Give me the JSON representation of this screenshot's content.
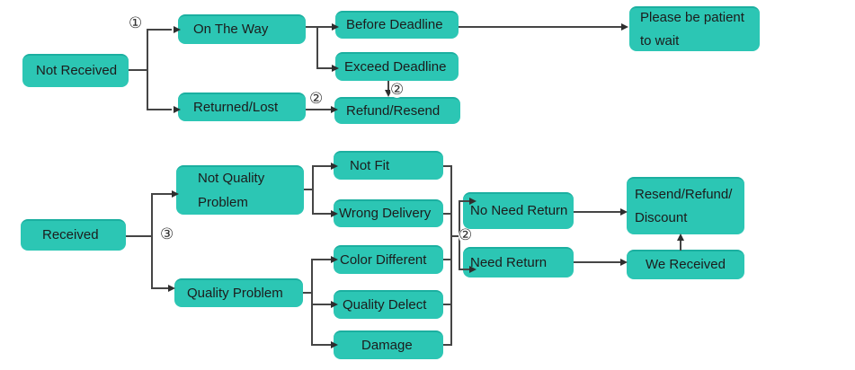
{
  "diagram": {
    "title": "Order dispute resolution flowchart",
    "colors": {
      "box_fill": "#2cc6b4",
      "box_border_top": "#1bafa0",
      "box_text": "#1c1c1c",
      "line": "#454545",
      "background": "#ffffff"
    },
    "nodes": {
      "not_received": {
        "label": "Not Received"
      },
      "on_the_way": {
        "label": "On The Way"
      },
      "returned_lost": {
        "label": "Returned/Lost"
      },
      "before_deadline": {
        "label": "Before Deadline"
      },
      "exceed_deadline": {
        "label": "Exceed Deadline"
      },
      "please_be_patient": {
        "lines": [
          "Please be patient",
          "to wait"
        ]
      },
      "refund_resend": {
        "label": "Refund/Resend"
      },
      "received": {
        "label": "Received"
      },
      "not_quality_problem": {
        "lines": [
          "Not Quality",
          "Problem"
        ]
      },
      "quality_problem": {
        "label": "Quality Problem"
      },
      "not_fit": {
        "label": "Not Fit"
      },
      "wrong_delivery": {
        "label": "Wrong Delivery"
      },
      "color_different": {
        "label": "Color Different"
      },
      "quality_delect": {
        "label": "Quality Delect"
      },
      "damage": {
        "label": "Damage"
      },
      "no_need_return": {
        "label": "No Need Return"
      },
      "need_return": {
        "label": "Need Return"
      },
      "resend_refund_discount": {
        "lines": [
          "Resend/Refund/",
          "Discount"
        ]
      },
      "we_received": {
        "label": "We Received"
      }
    },
    "markers": {
      "step1": "①",
      "step2_refund_left": "②",
      "step2_refund_top": "②",
      "step2_return": "②",
      "step3": "③"
    },
    "edges": [
      {
        "from": "Not Received",
        "to": "On The Way",
        "marker": "①"
      },
      {
        "from": "Not Received",
        "to": "Returned/Lost",
        "marker": "①"
      },
      {
        "from": "On The Way",
        "to": "Before Deadline"
      },
      {
        "from": "On The Way",
        "to": "Exceed Deadline"
      },
      {
        "from": "Before Deadline",
        "to": "Please be patient to wait"
      },
      {
        "from": "Exceed Deadline",
        "to": "Refund/Resend",
        "marker": "②"
      },
      {
        "from": "Returned/Lost",
        "to": "Refund/Resend",
        "marker": "②"
      },
      {
        "from": "Received",
        "to": "Not Quality Problem",
        "marker": "③"
      },
      {
        "from": "Received",
        "to": "Quality Problem",
        "marker": "③"
      },
      {
        "from": "Not Quality Problem",
        "to": "Not Fit"
      },
      {
        "from": "Not Quality Problem",
        "to": "Wrong Delivery"
      },
      {
        "from": "Quality Problem",
        "to": "Color Different"
      },
      {
        "from": "Quality Problem",
        "to": "Quality Delect"
      },
      {
        "from": "Quality Problem",
        "to": "Damage"
      },
      {
        "from": "Not Fit / Wrong Delivery / Color Different / Quality Delect / Damage",
        "to": "No Need Return",
        "marker": "②"
      },
      {
        "from": "Not Fit / Wrong Delivery / Color Different / Quality Delect / Damage",
        "to": "Need Return",
        "marker": "②"
      },
      {
        "from": "No Need Return",
        "to": "Resend/Refund/Discount"
      },
      {
        "from": "Need Return",
        "to": "We Received"
      },
      {
        "from": "We Received",
        "to": "Resend/Refund/Discount"
      }
    ]
  }
}
